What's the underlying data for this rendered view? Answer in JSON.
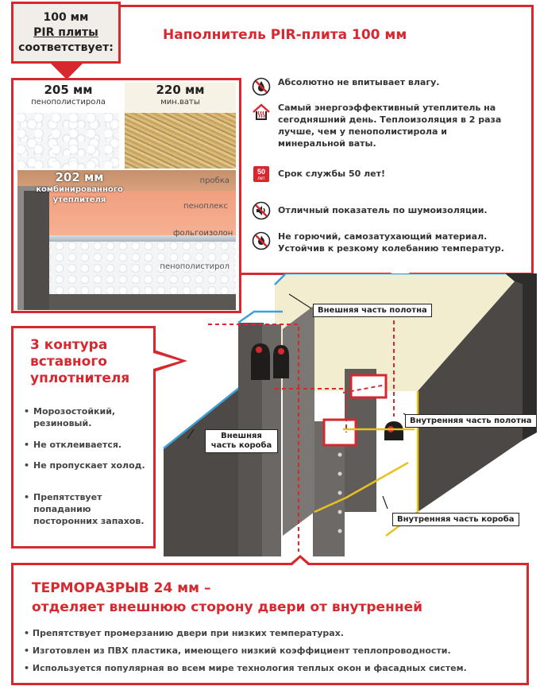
{
  "top_label": {
    "line1": "100 мм",
    "line2": "PIR плиты",
    "line3": "соответствует:"
  },
  "header": {
    "title": "Наполнитель PIR-плита 100 мм"
  },
  "photo": {
    "eps": {
      "value": "205 мм",
      "label": "пенополистирола"
    },
    "wool": {
      "value": "220 мм",
      "label": "мин.ваты"
    },
    "combined": {
      "value": "202 мм",
      "label": "комбинированного утеплителя"
    },
    "materials": {
      "cork": "пробка",
      "penoplex": "пеноплекс",
      "foil": "фольгоизолон",
      "eps": "пенополистирол"
    }
  },
  "features": [
    {
      "icon": "no-water-icon",
      "text": "Абсолютно не впитывает влагу."
    },
    {
      "icon": "house-heat-icon",
      "text": "Самый энергоэффективный утеплитель на сегодняшний день. Теплоизоляция в 2 раза лучше, чем у пенополистирола и минеральной ваты."
    },
    {
      "icon": "service-life-icon",
      "text": "Срок службы 50 лет!",
      "badge_num": "50",
      "badge_unit": "лет"
    },
    {
      "icon": "no-sound-icon",
      "text": "Отличный показатель по шумоизоляции."
    },
    {
      "icon": "no-fire-icon",
      "text": "Не горючий, самозатухающий материал. Устойчив к резкому колебанию температур."
    }
  ],
  "seal": {
    "title_lines": [
      "3 контура",
      "вставного",
      "уплотнителя"
    ],
    "bullets": [
      "Морозостойкий, резиновый.",
      "Не отклеивается.",
      "Не пропускает холод.",
      "Препятствует попаданию посторонних запахов."
    ]
  },
  "diagram": {
    "outer_leaf": "Внешняя часть полотна",
    "inner_leaf": "Внутренняя часть полотна",
    "outer_frame": "Внешняя часть короба",
    "inner_frame": "Внутренняя часть короба"
  },
  "thermal": {
    "title1": "ТЕРМОРАЗРЫВ 24 мм –",
    "title2": "отделяет внешнюю сторону двери от внутренней",
    "bullets": [
      "Препятствует промерзанию двери при низких температурах.",
      "Изготовлен из ПВХ пластика, имеющего низкий коэффициент теплопроводности.",
      "Используется популярная во всем мире технология теплых окон и фасадных систем."
    ]
  },
  "colors": {
    "accent": "#d7282f",
    "steel": "#4a4745",
    "foam": "#f3eed2",
    "frame_blue": "#3fa0d8",
    "frame_yellow": "#e7c21e"
  }
}
